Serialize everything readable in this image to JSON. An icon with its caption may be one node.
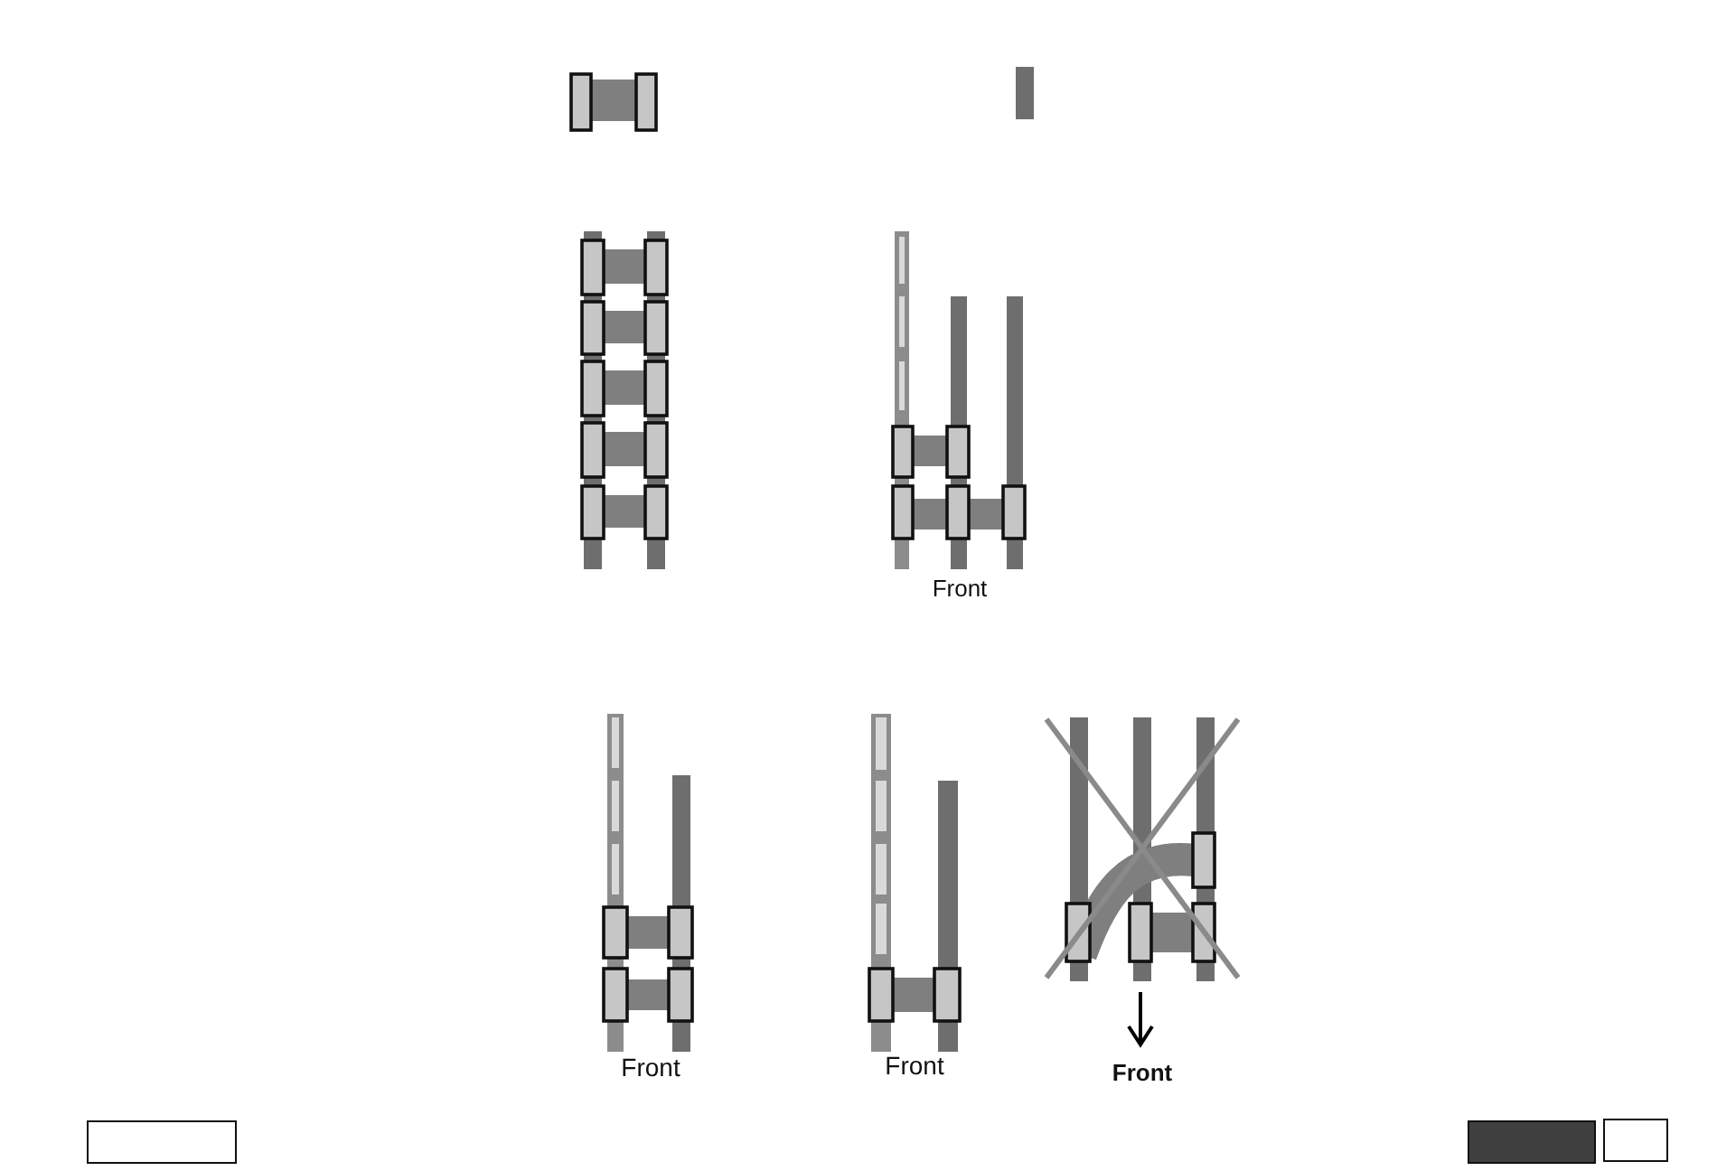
{
  "diagram": {
    "labels": [
      "Front",
      "Front",
      "Front",
      "Front"
    ]
  }
}
